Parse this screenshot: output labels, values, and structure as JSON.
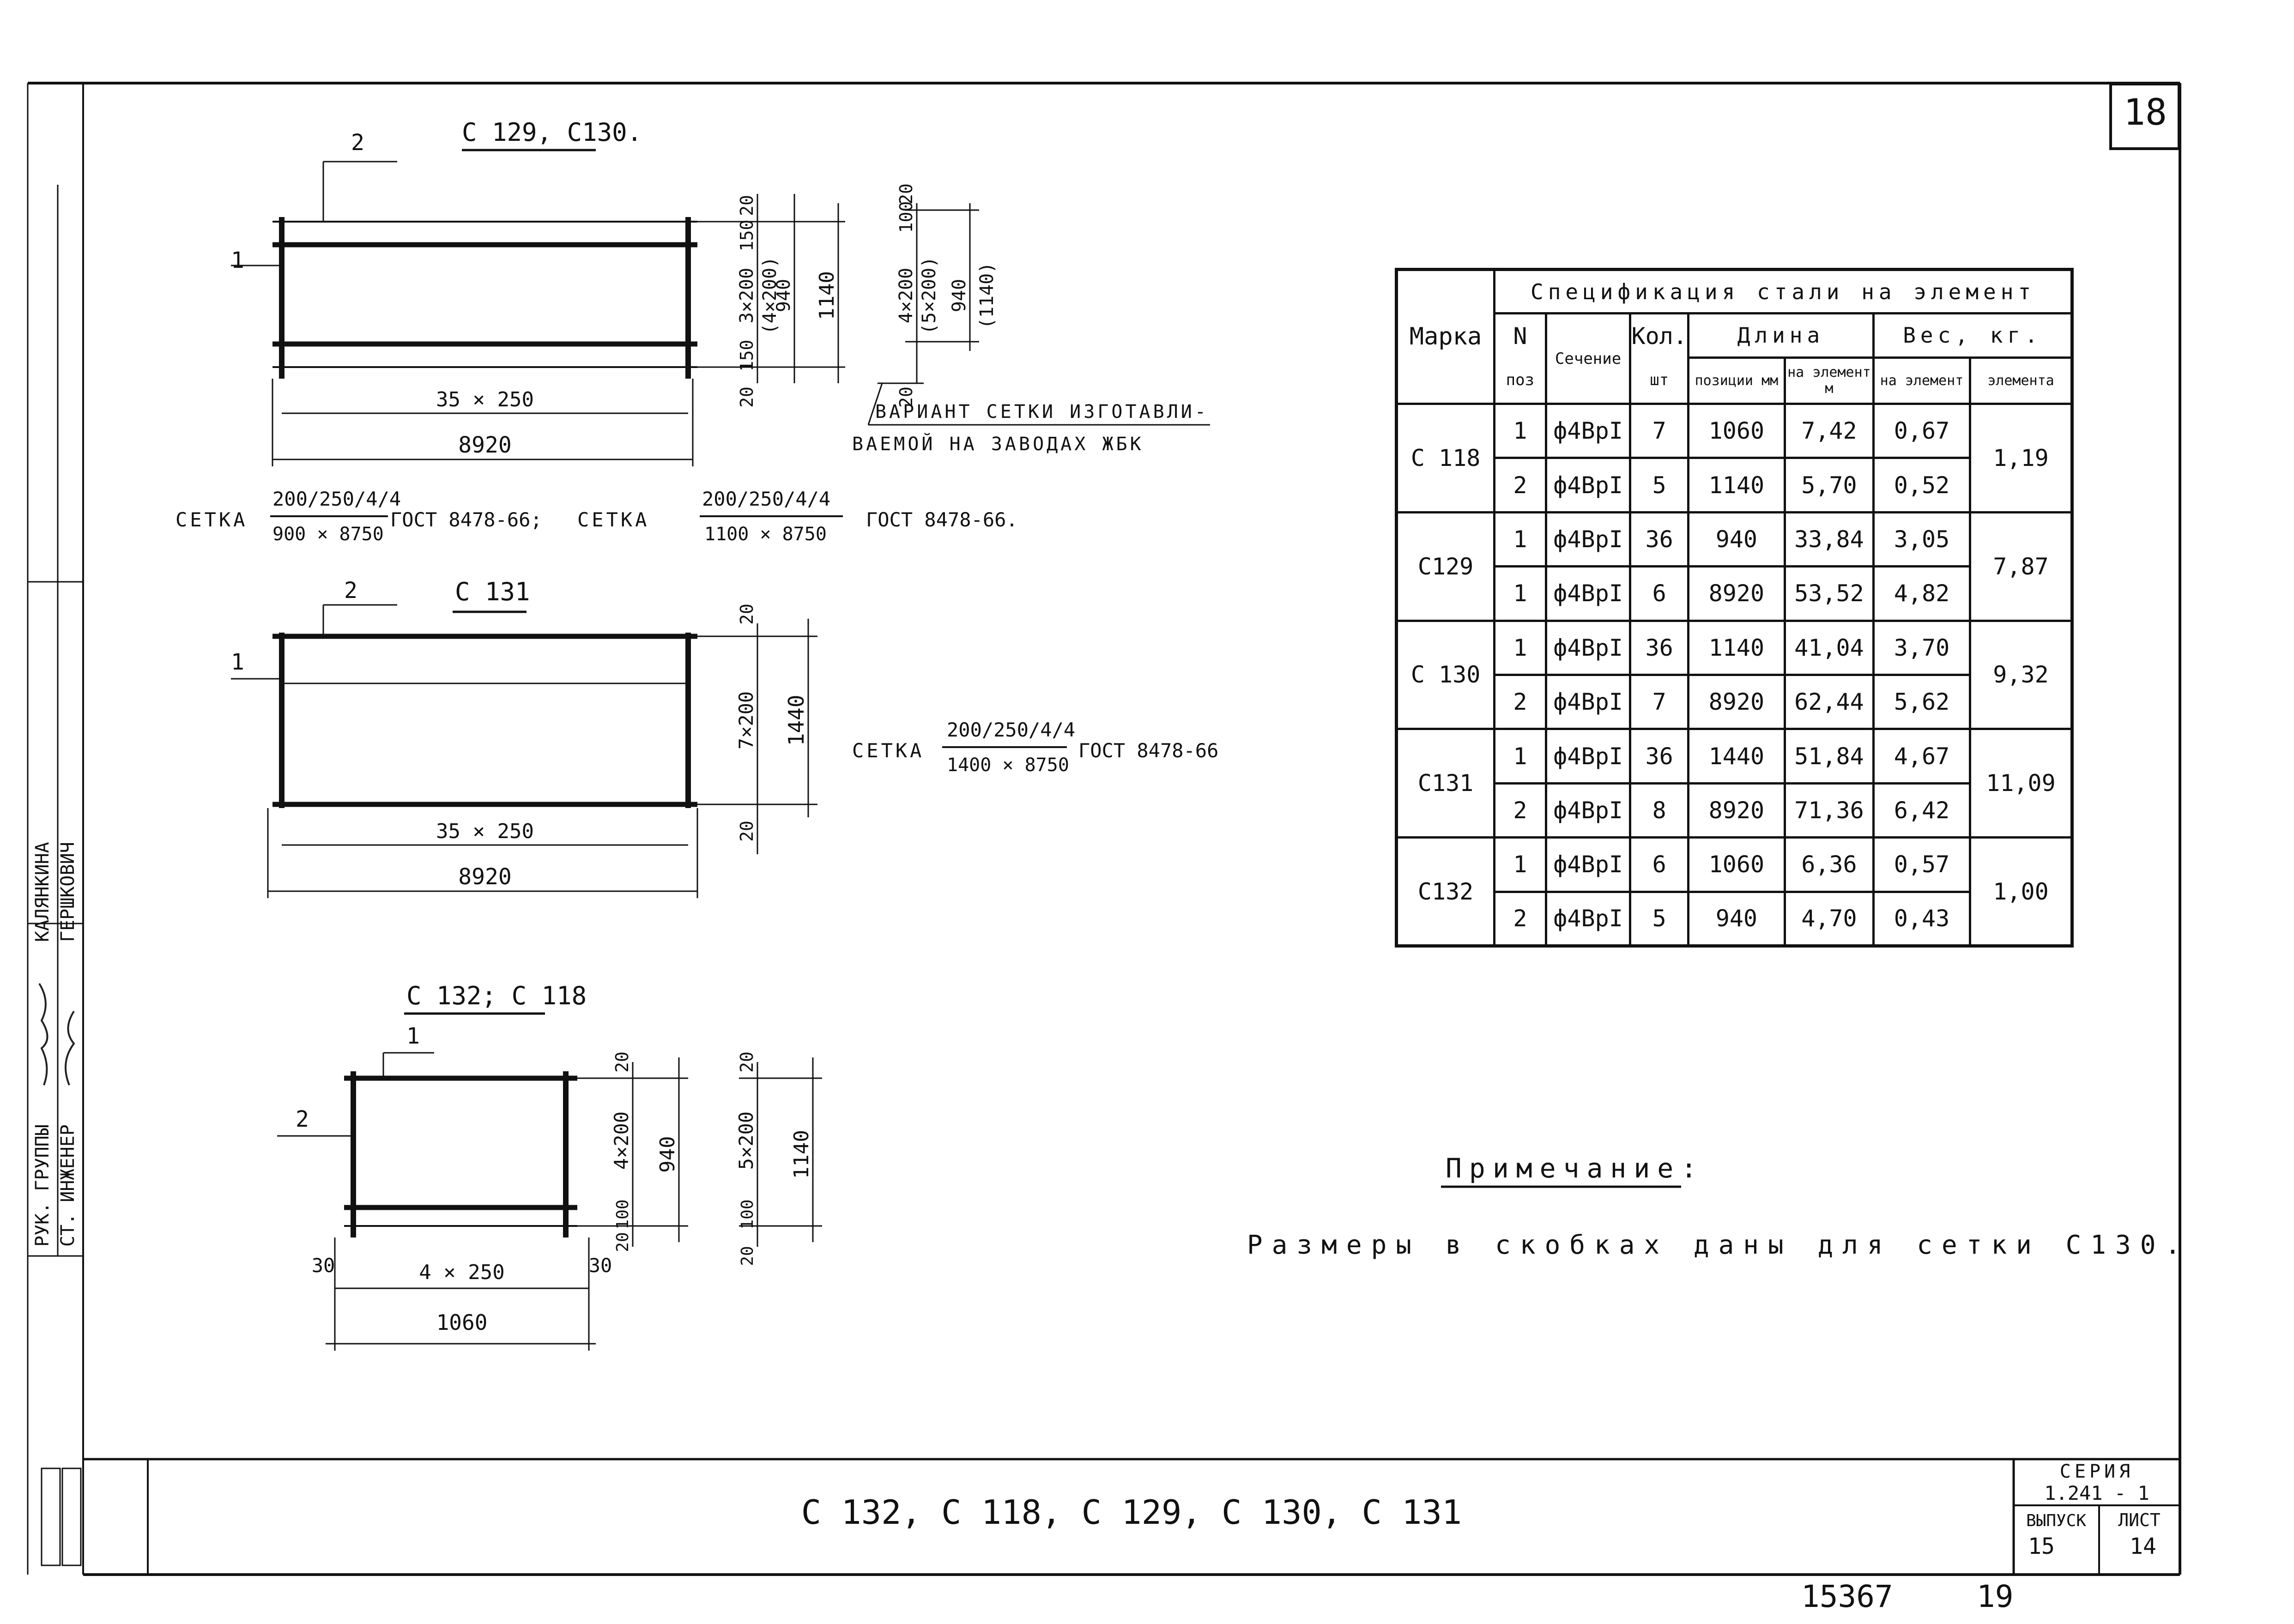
{
  "sheet": {
    "sheet_number": "18",
    "bottom_number_left": "15367",
    "bottom_number_right": "19"
  },
  "drawings": {
    "top": {
      "title": "С 129, С130.",
      "pos1": "1",
      "pos2": "2",
      "bottom_dim_inner": "35 × 250",
      "bottom_dim_total": "8920",
      "right_dims_a": [
        "20",
        "150",
        "3×200",
        "(4×200)",
        "940",
        "1140",
        "150",
        "20"
      ],
      "right_dims_b": [
        "100",
        "20",
        "4×200",
        "(5×200)",
        "940",
        "(1140)",
        "20"
      ],
      "variant_note_line1": "ВАРИАНТ СЕТКИ ИЗГОТАВЛИ-",
      "variant_note_line2": "ВАЕМОЙ НА ЗАВОДАХ ЖБК",
      "mesh_label": "СЕТКА",
      "formula1_num": "200/250/4/4",
      "formula1_den": "900 × 8750",
      "formula1_gost": "ГОСТ 8478-66;",
      "formula2_num": "200/250/4/4",
      "formula2_den": "1100 × 8750",
      "formula2_gost": "ГОСТ 8478-66."
    },
    "middle": {
      "title": "С 131",
      "pos1": "1",
      "pos2": "2",
      "bottom_dim_inner": "35 × 250",
      "bottom_dim_total": "8920",
      "right_dims": [
        "20",
        "7×200",
        "1440",
        "20"
      ],
      "mesh_label": "СЕТКА",
      "formula_num": "200/250/4/4",
      "formula_den": "1400 × 8750",
      "formula_gost": "ГОСТ 8478-66"
    },
    "bottom": {
      "title": "С 132; С 118",
      "pos1": "1",
      "pos2": "2",
      "left_offset": "30",
      "right_offset": "30",
      "bottom_dim_inner": "4 × 250",
      "bottom_dim_total": "1060",
      "right_dims_a": [
        "20",
        "4×200",
        "940",
        "100",
        "20"
      ],
      "right_dims_b": [
        "20",
        "5×200",
        "1140",
        "100",
        "20"
      ]
    }
  },
  "spec_table": {
    "title": "Спецификация стали на элемент",
    "col_marka": "Марка",
    "col_n": "N",
    "col_poz": "поз",
    "col_section": "Сечение",
    "col_qty": "Кол.",
    "col_qty_unit": "шт",
    "col_length": "Длина",
    "col_len_pos": "позиции мм",
    "col_len_el": "на элемент м",
    "col_weight": "Вес, кг.",
    "col_w_el": "на элемент",
    "col_w_total": "элемента",
    "groups": [
      {
        "mark": "С 118",
        "total": "1,19",
        "rows": [
          {
            "poz": "1",
            "section": "ф4ВрI",
            "qty": "7",
            "len_pos": "1060",
            "len_el": "7,42",
            "weight": "0,67"
          },
          {
            "poz": "2",
            "section": "ф4ВрI",
            "qty": "5",
            "len_pos": "1140",
            "len_el": "5,70",
            "weight": "0,52"
          }
        ]
      },
      {
        "mark": "С129",
        "total": "7,87",
        "rows": [
          {
            "poz": "1",
            "section": "ф4ВрI",
            "qty": "36",
            "len_pos": "940",
            "len_el": "33,84",
            "weight": "3,05"
          },
          {
            "poz": "1",
            "section": "ф4ВрI",
            "qty": "6",
            "len_pos": "8920",
            "len_el": "53,52",
            "weight": "4,82"
          }
        ]
      },
      {
        "mark": "С 130",
        "total": "9,32",
        "rows": [
          {
            "poz": "1",
            "section": "ф4ВрI",
            "qty": "36",
            "len_pos": "1140",
            "len_el": "41,04",
            "weight": "3,70"
          },
          {
            "poz": "2",
            "section": "ф4ВрI",
            "qty": "7",
            "len_pos": "8920",
            "len_el": "62,44",
            "weight": "5,62"
          }
        ]
      },
      {
        "mark": "С131",
        "total": "11,09",
        "rows": [
          {
            "poz": "1",
            "section": "ф4ВрI",
            "qty": "36",
            "len_pos": "1440",
            "len_el": "51,84",
            "weight": "4,67"
          },
          {
            "poz": "2",
            "section": "ф4ВрI",
            "qty": "8",
            "len_pos": "8920",
            "len_el": "71,36",
            "weight": "6,42"
          }
        ]
      },
      {
        "mark": "С132",
        "total": "1,00",
        "rows": [
          {
            "poz": "1",
            "section": "ф4ВрI",
            "qty": "6",
            "len_pos": "1060",
            "len_el": "6,36",
            "weight": "0,57"
          },
          {
            "poz": "2",
            "section": "ф4ВрI",
            "qty": "5",
            "len_pos": "940",
            "len_el": "4,70",
            "weight": "0,43"
          }
        ]
      }
    ]
  },
  "note": {
    "heading": "Примечание:",
    "text": "Размеры в скобках даны для сетки С130."
  },
  "title_block": {
    "name": "С 132, С 118, С 129, С 130, С 131",
    "series_label": "СЕРИЯ",
    "series_value": "1.241 - 1",
    "issue_label": "ВЫПУСК",
    "issue_value": "15",
    "sheet_label": "ЛИСТ",
    "sheet_value": "14"
  },
  "side_stamp": {
    "lines": [
      "РУК. ГРУППЫ",
      "СТ. ИНЖЕНЕР",
      "КАЛЯНКИНА",
      "ГЕРШКОВИЧ"
    ]
  }
}
